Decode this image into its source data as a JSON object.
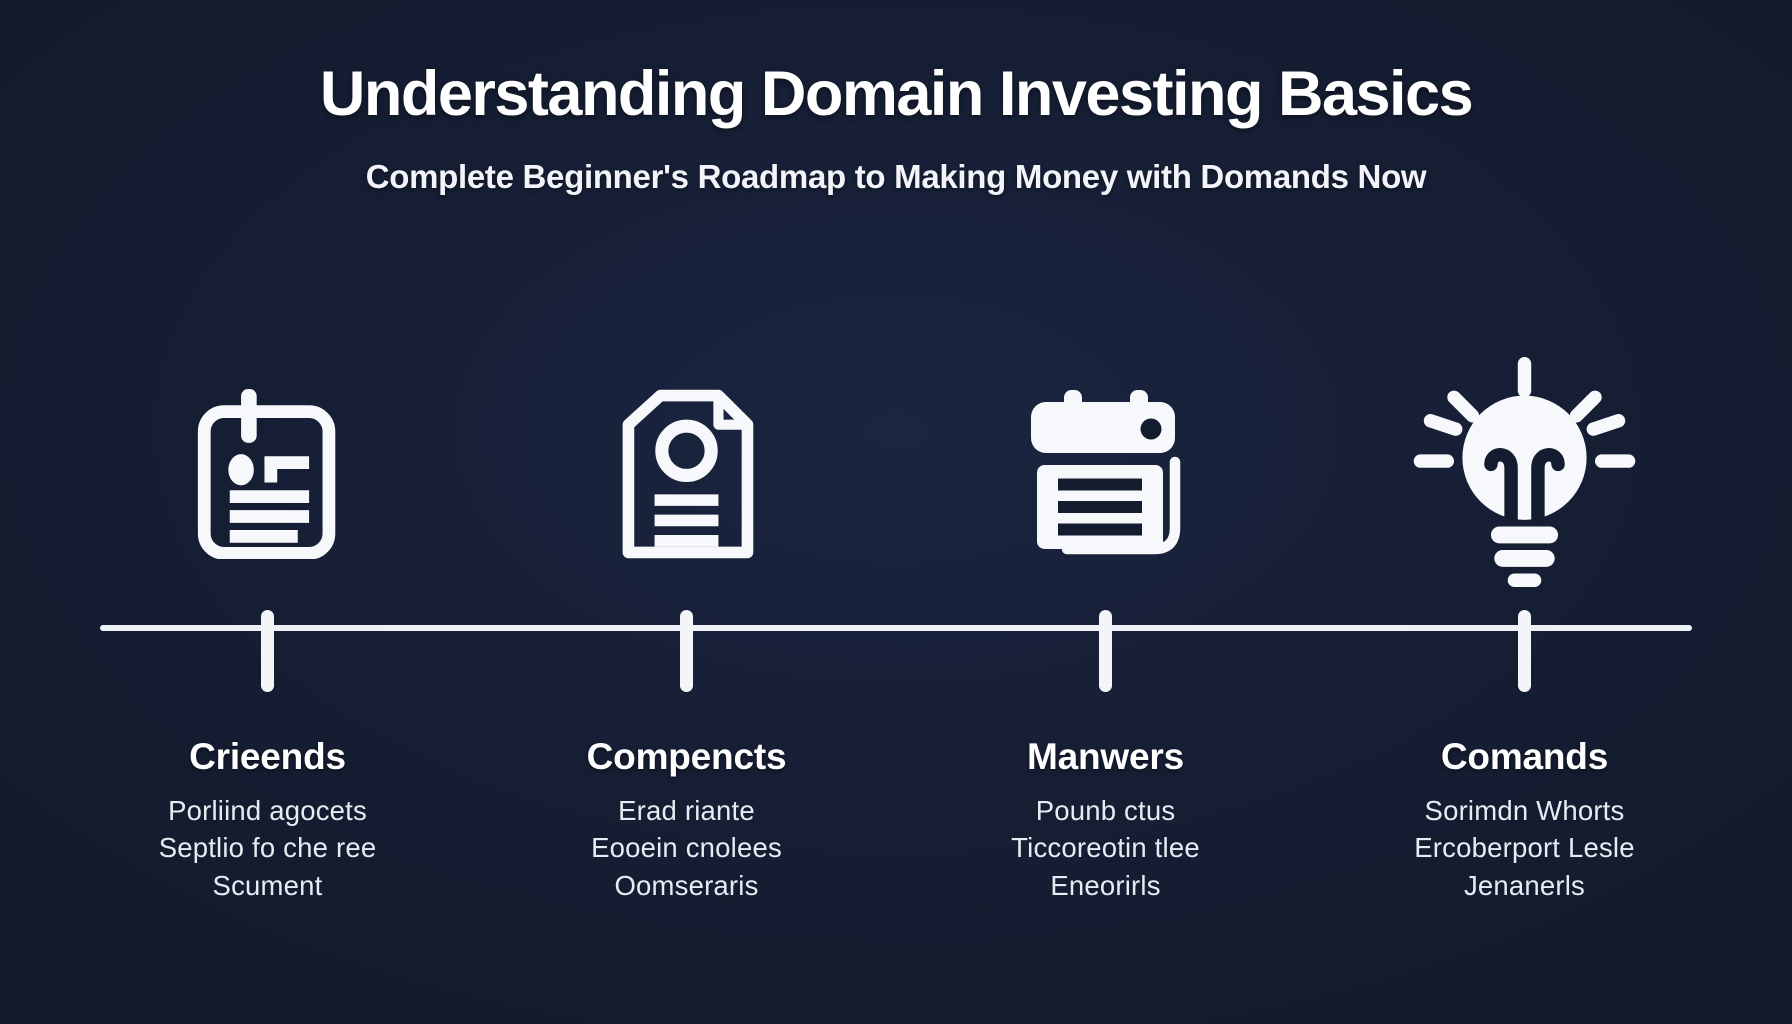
{
  "header": {
    "title": "Understanding Domain Investing Basics",
    "subtitle": "Complete Beginner's Roadmap to Making Money with Domands Now"
  },
  "colors": {
    "background": "#131b2d",
    "background_edge": "#0c1322",
    "heading_text": "#ffffff",
    "body_text": "#e8ebf2",
    "timeline_line": "#eef1f6"
  },
  "timeline": {
    "steps": [
      {
        "icon": "clipboard-document-icon",
        "heading": "Crieends",
        "lines": [
          "Porliind agocets",
          "Septlio fo che ree",
          "Scument"
        ]
      },
      {
        "icon": "document-file-icon",
        "heading": "Compencts",
        "lines": [
          "Erad riante",
          "Eooein cnolees",
          "Oomseraris"
        ]
      },
      {
        "icon": "calendar-icon",
        "heading": "Manwers",
        "lines": [
          "Pounb ctus",
          "Ticcoreotin tlee",
          "Eneorirls"
        ]
      },
      {
        "icon": "lightbulb-icon",
        "heading": "Comands",
        "lines": [
          "Sorimdn Whorts",
          "Ercoberport Lesle",
          "Jenanerls"
        ]
      }
    ]
  }
}
